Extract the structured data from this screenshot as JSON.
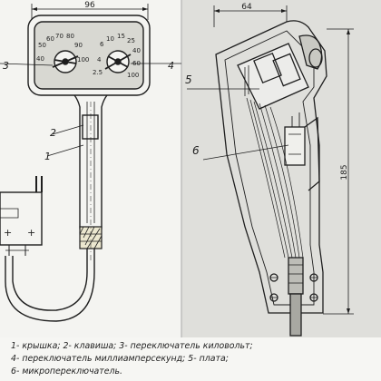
{
  "front_view": {
    "dim_width": "96",
    "scale_left": [
      "40",
      "50",
      "60",
      "70",
      "80",
      "90",
      "100"
    ],
    "scale_right": [
      "2.5",
      "4",
      "6",
      "10",
      "15",
      "25",
      "40",
      "60",
      "100"
    ],
    "callouts": [
      "1",
      "2",
      "3",
      "4"
    ]
  },
  "section_view": {
    "dim_width": "64",
    "dim_height": "185",
    "callouts": [
      "5",
      "6"
    ]
  },
  "legend": {
    "line1": "1- крышка; 2- клавиша; 3- переключатель киловольт;",
    "line2": "4- переключатель миллиамперсекунд; 5- плата;",
    "line3": "6- микропереключатель."
  },
  "colors": {
    "paper_left": "#f4f4f1",
    "paper_right": "#dfdfdb",
    "ink": "#1e1e1e",
    "panel": "#d8d8d2"
  }
}
